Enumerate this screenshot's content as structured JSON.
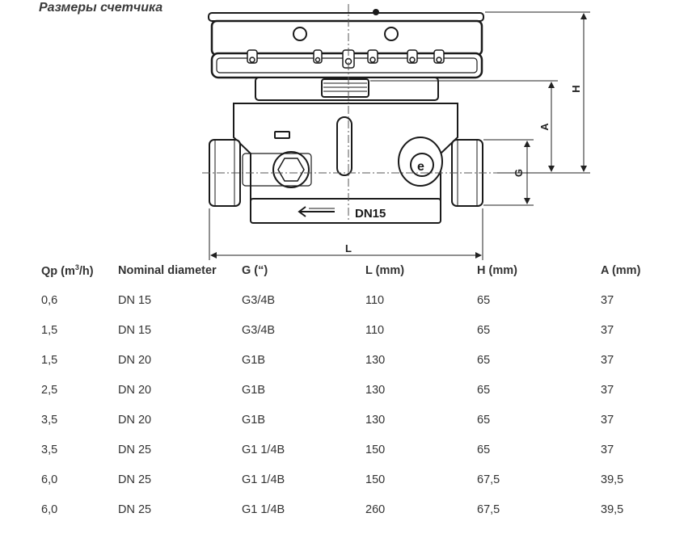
{
  "title": "Размеры счетчика",
  "drawing": {
    "dimension_labels": {
      "H": "H",
      "A": "A",
      "G": "G",
      "L": "L"
    },
    "body_marking": "DN15"
  },
  "table": {
    "headers": {
      "qp_prefix": "Qp (m",
      "qp_sup": "3",
      "qp_suffix": "/h)",
      "nominal": "Nominal diameter",
      "g": "G (“)",
      "l": "L (mm)",
      "h": "H (mm)",
      "a": "A (mm)"
    },
    "rows": [
      [
        "0,6",
        "DN 15",
        "G3/4B",
        "110",
        "65",
        "37"
      ],
      [
        "1,5",
        "DN 15",
        "G3/4B",
        "110",
        "65",
        "37"
      ],
      [
        "1,5",
        "DN 20",
        "G1B",
        "130",
        "65",
        "37"
      ],
      [
        "2,5",
        "DN 20",
        "G1B",
        "130",
        "65",
        "37"
      ],
      [
        "3,5",
        "DN 20",
        "G1B",
        "130",
        "65",
        "37"
      ],
      [
        "3,5",
        "DN 25",
        "G1 1/4B",
        "150",
        "65",
        "37"
      ],
      [
        "6,0",
        "DN 25",
        "G1 1/4B",
        "150",
        "67,5",
        "39,5"
      ],
      [
        "6,0",
        "DN 25",
        "G1 1/4B",
        "260",
        "67,5",
        "39,5"
      ]
    ]
  }
}
